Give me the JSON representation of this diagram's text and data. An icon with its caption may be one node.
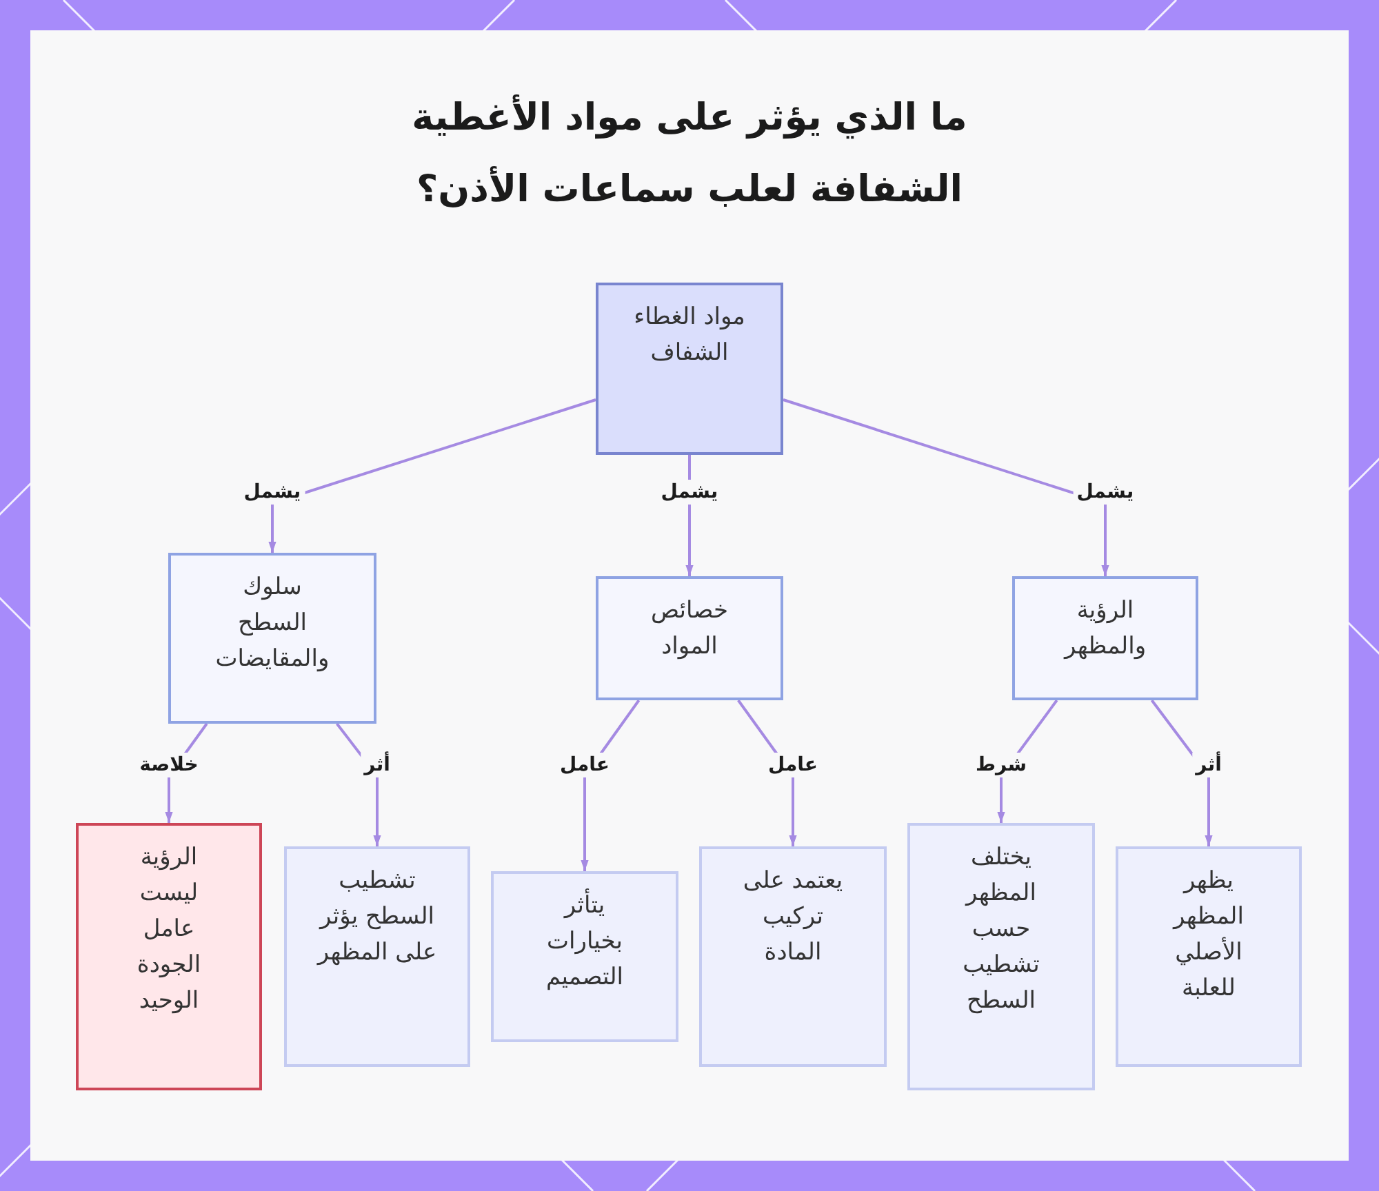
{
  "diagram": {
    "title": "ما الذي يؤثر على مواد الأغطية الشفافة لعلب سماعات الأذن؟",
    "nodes": [
      {
        "text": [
          "مواد الغطاء الشفاف"
        ]
      },
      {
        "text": [
          "سلوك السطح والمقايضات"
        ]
      },
      {
        "text": [
          "خصائص المواد"
        ]
      },
      {
        "text": [
          "الرؤية والمظهر"
        ]
      },
      {
        "text": [
          "الرؤية ليست عامل الجودة الوحيد"
        ]
      },
      {
        "text": [
          "تشطيب السطح يؤثر على المظهر"
        ]
      },
      {
        "text": [
          "يتأثر بخيارات التصميم"
        ]
      },
      {
        "text": [
          "يعتمد على تركيب المادة"
        ]
      },
      {
        "text": [
          "يختلف المظهر حسب تشطيب السطح"
        ]
      },
      {
        "text": [
          "يظهر المظهر الأصلي للعلبة"
        ]
      }
    ],
    "edges": [
      {
        "from": 0,
        "to": 1,
        "arrow": "to",
        "label": "يشمل"
      },
      {
        "from": 0,
        "to": 2,
        "arrow": "to",
        "label": "يشمل"
      },
      {
        "from": 0,
        "to": 3,
        "arrow": "to",
        "label": "يشمل"
      },
      {
        "from": 1,
        "to": 4,
        "arrow": "to",
        "label": "خلاصة"
      },
      {
        "from": 1,
        "to": 5,
        "arrow": "to",
        "label": "أثر"
      },
      {
        "from": 2,
        "to": 6,
        "arrow": "to",
        "label": "عامل"
      },
      {
        "from": 2,
        "to": 7,
        "arrow": "to",
        "label": "عامل"
      },
      {
        "from": 3,
        "to": 8,
        "arrow": "to",
        "label": "شرط"
      },
      {
        "from": 3,
        "to": 9,
        "arrow": "to",
        "label": "أثر"
      }
    ]
  }
}
